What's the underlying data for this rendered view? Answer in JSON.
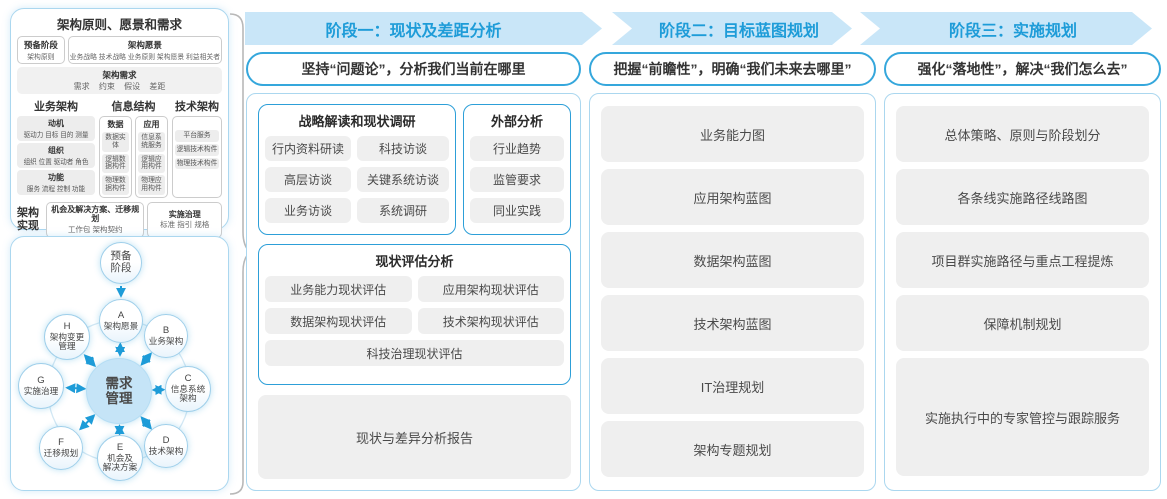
{
  "colors": {
    "accent": "#1E9CD8",
    "band_bg": "#C9E6F8",
    "panel_border": "#ABD7EF",
    "subpanel_border": "#2D9FD8",
    "box_bg": "#EFEFEF",
    "center_circle_bg": "#C5E4F7"
  },
  "left_top": {
    "title": "架构原则、愿景和需求",
    "prep": {
      "line1": "预备阶段",
      "line2": "架构原则"
    },
    "vision": {
      "title": "架构愿景",
      "items": "业务战略 技术战略 业务原则 架构愿景 利益相关者"
    },
    "requirement": {
      "title": "架构需求",
      "items": "需求 约束 假设 差距"
    },
    "business": {
      "title": "业务架构",
      "boxes": [
        {
          "title": "动机",
          "desc": "驱动力 目标 目的 测量"
        },
        {
          "title": "组织",
          "desc": "组织 位置 驱动者 角色"
        },
        {
          "title": "功能",
          "desc": "服务 流程 控制 功能"
        }
      ]
    },
    "information": {
      "title": "信息结构",
      "data": {
        "title": "数据",
        "items": [
          "数据实体",
          "逻辑数据构件",
          "物理数据构件"
        ]
      },
      "application": {
        "title": "应用",
        "items": [
          "信息系统服务",
          "逻辑应用构件",
          "物理应用构件"
        ]
      }
    },
    "technology": {
      "title": "技术架构",
      "items": [
        "平台服务",
        "逻辑技术构件",
        "物理技术构件"
      ]
    },
    "realization": {
      "label": "架构实现",
      "box1": {
        "title": "机会及解决方案、迁移规划",
        "desc": "工作包 架构契约"
      },
      "box2": {
        "title": "实施治理",
        "desc": "标准 指引 规格"
      }
    }
  },
  "adm": {
    "prep": "预备阶段",
    "center": "需求管理",
    "nodes": [
      {
        "letter": "A",
        "line1": "架构愿景",
        "line2": ""
      },
      {
        "letter": "B",
        "line1": "业务架构",
        "line2": ""
      },
      {
        "letter": "C",
        "line1": "信息系统",
        "line2": "架构"
      },
      {
        "letter": "D",
        "line1": "技术架构",
        "line2": ""
      },
      {
        "letter": "E",
        "line1": "机会及",
        "line2": "解决方案"
      },
      {
        "letter": "F",
        "line1": "迁移规划",
        "line2": ""
      },
      {
        "letter": "G",
        "line1": "实施治理",
        "line2": ""
      },
      {
        "letter": "H",
        "line1": "架构变更",
        "line2": "管理"
      }
    ]
  },
  "phase1": {
    "header": "阶段一：现状及差距分析",
    "subtitle": "坚持“问题论”，分析我们当前在哪里",
    "strategy": {
      "title": "战略解读和现状调研",
      "items": [
        "行内资料研读",
        "科技访谈",
        "高层访谈",
        "关键系统访谈",
        "业务访谈",
        "系统调研"
      ]
    },
    "external": {
      "title": "外部分析",
      "items": [
        "行业趋势",
        "监管要求",
        "同业实践"
      ]
    },
    "assessment": {
      "title": "现状评估分析",
      "items": [
        "业务能力现状评估",
        "应用架构现状评估",
        "数据架构现状评估",
        "技术架构现状评估",
        "科技治理现状评估"
      ]
    },
    "report": "现状与差异分析报告"
  },
  "phase2": {
    "header": "阶段二：目标蓝图规划",
    "subtitle": "把握“前瞻性”，明确“我们未来去哪里”",
    "items": [
      "业务能力图",
      "应用架构蓝图",
      "数据架构蓝图",
      "技术架构蓝图",
      "IT治理规划",
      "架构专题规划"
    ]
  },
  "phase3": {
    "header": "阶段三：实施规划",
    "subtitle": "强化“落地性”，解决“我们怎么去”",
    "items": [
      "总体策略、原则与阶段划分",
      "各条线实施路径线路图",
      "项目群实施路径与重点工程提炼",
      "保障机制规划",
      "实施执行中的专家管控与跟踪服务"
    ]
  }
}
